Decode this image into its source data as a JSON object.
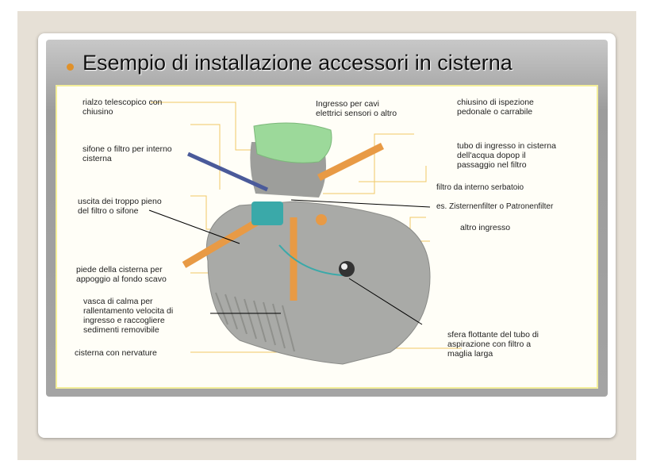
{
  "slide": {
    "title": "Esempio di installazione accessori in cisterna"
  },
  "diagram": {
    "labels": {
      "rialzo": "rialzo telescopico con\nchiusino",
      "ingresso_cavi": "Ingresso per cavi\nelettrici  sensori o altro",
      "chiusino": "chiusino di ispezione\npedonale o carrabile",
      "sifone": "sifone o filtro per interno\ncisterna",
      "tubo_ingresso": "tubo di ingresso in cisterna\ndell'acqua dopop il\npassaggio nel filtro",
      "filtro_interno": "filtro da interno serbatoio",
      "zisternenfilter": "es. Zisternenfilter o Patronenfilter",
      "uscita": "uscita dei troppo pieno\ndel filtro o sifone",
      "altro_ingresso": "altro ingresso",
      "piede": "piede della cisterna per\nappoggio al fondo scavo",
      "vasca": "vasca di calma per\nrallentamento velocita di\ningresso e raccogliere\nsedimenti removibile",
      "nervature": "cisterna con nervature",
      "sfera": "sfera flottante del tubo di\naspirazione con filtro a\nmaglia larga"
    }
  }
}
